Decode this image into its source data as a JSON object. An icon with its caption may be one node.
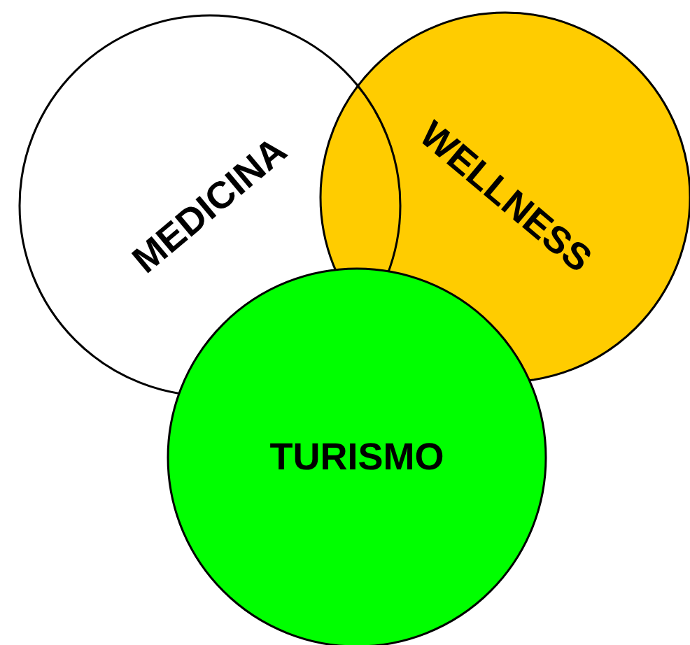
{
  "diagram": {
    "nodes": [
      {
        "text": [
          "MEDICINA"
        ]
      },
      {
        "text": [
          "WELLNESS"
        ]
      },
      {
        "text": [
          "TURISMO"
        ]
      }
    ]
  }
}
